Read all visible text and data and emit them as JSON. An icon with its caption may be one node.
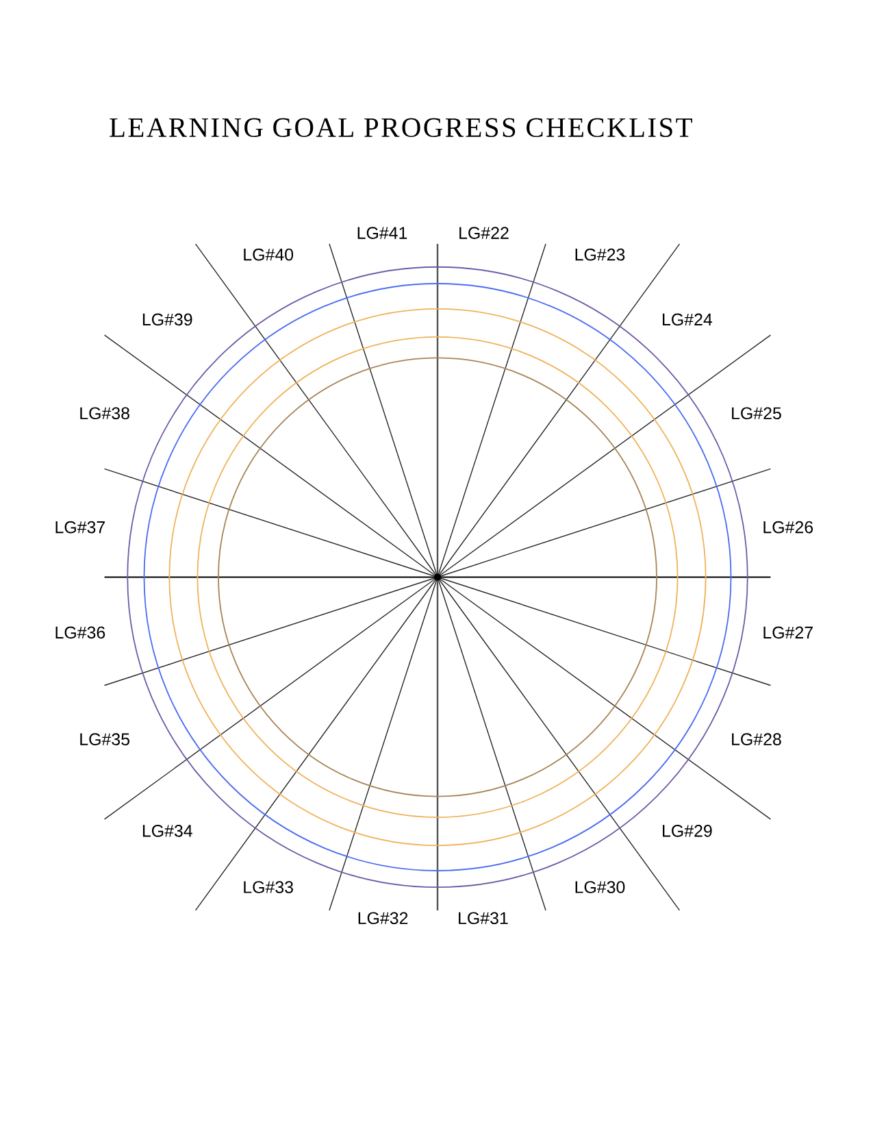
{
  "diagram": {
    "title": "LEARNING GOAL PROGRESS CHECKLIST",
    "labels": [
      "LG#22",
      "LG#23",
      "LG#24",
      "LG#25",
      "LG#26",
      "LG#27",
      "LG#28",
      "LG#29",
      "LG#30",
      "LG#31",
      "LG#32",
      "LG#33",
      "LG#34",
      "LG#35",
      "LG#36",
      "LG#37",
      "LG#38",
      "LG#39",
      "LG#40",
      "LG#41"
    ]
  }
}
